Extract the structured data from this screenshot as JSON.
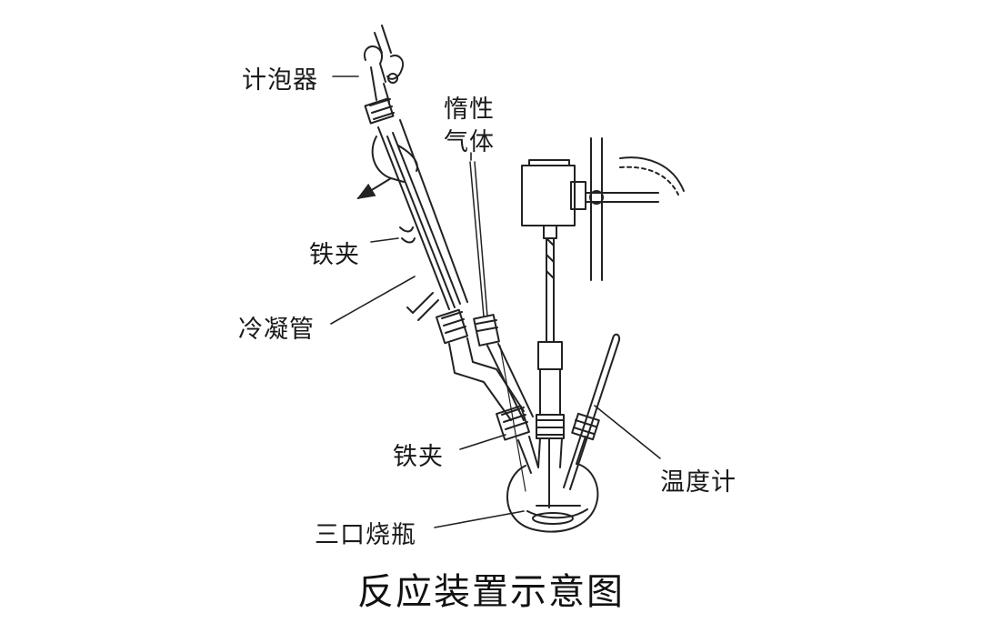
{
  "labels": {
    "bubbler": "计泡器",
    "inert_gas_line1": "惰性",
    "inert_gas_line2": "气体",
    "clamp_upper": "铁夹",
    "condenser": "冷凝管",
    "clamp_lower": "铁夹",
    "thermometer": "温度计",
    "flask": "三口烧瓶"
  },
  "caption": "反应装置示意图"
}
